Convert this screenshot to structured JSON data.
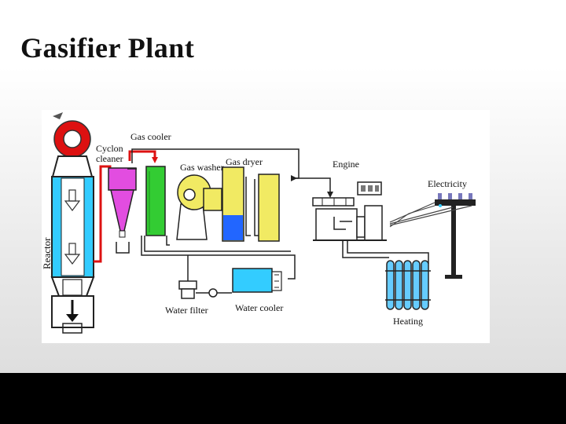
{
  "slide": {
    "title": "Gasifier Plant"
  },
  "labels": {
    "reactor": "Reactor",
    "cyclon_line1": "Cyclon",
    "cyclon_line2": "cleaner",
    "gas_cooler": "Gas cooler",
    "gas_washer": "Gas washer",
    "gas_dryer": "Gas dryer",
    "engine": "Engine",
    "electricity": "Electricity",
    "water_filter": "Water filter",
    "water_cooler": "Water cooler",
    "heating": "Heating"
  },
  "colors": {
    "reactor_blue": "#33ccff",
    "pipe_red": "#dd1111",
    "cyclone_magenta": "#e24de0",
    "cooler_green": "#33cc33",
    "washer_yellow": "#f1ea63",
    "dryer_blue": "#2266ff"
  }
}
